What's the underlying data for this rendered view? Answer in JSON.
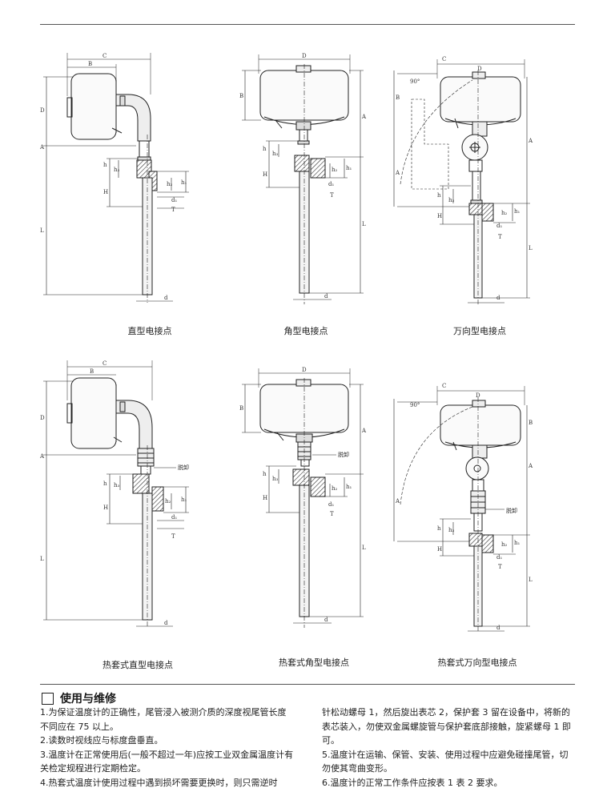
{
  "figures": [
    {
      "caption": "直型电接点"
    },
    {
      "caption": "角型电接点"
    },
    {
      "caption": "万向型电接点"
    },
    {
      "caption": "热套式直型电接点"
    },
    {
      "caption": "热套式角型电接点"
    },
    {
      "caption": "热套式万向型电接点"
    }
  ],
  "dimension_labels": {
    "A": "A",
    "B": "B",
    "C": "C",
    "D": "D",
    "H": "H",
    "L": "L",
    "T": "T",
    "d": "d",
    "d1": "d₁",
    "h": "h",
    "h1": "h₁",
    "h2": "h₂",
    "h3": "h₃",
    "angle": "90°",
    "loosen": "脱卸"
  },
  "section": {
    "title": "使用与维修",
    "left": [
      "1.为保证温度计的正确性，尾管浸入被测介质的深度视尾管长度不同应在 75 以上。",
      "2.读数时视线应与标度盘垂直。",
      "3.温度计在正常使用后(一般不超过一年)应按工业双金属温度计有关检定规程进行定期检定。",
      "4.热套式温度计使用过程中遇到损坏需要更换时，则只需逆时"
    ],
    "right": [
      "针松动螺母 1，然后旋出表芯 2，保护套 3 留在设备中，将新的表芯装入，勿使双金属螺旋管与保护套底部接触，旋紧螺母 1 即可。",
      "5.温度计在运输、保管、安装、使用过程中应避免碰撞尾管，切勿使其弯曲变形。",
      "6.温度计的正常工作条件应按表 1 表 2 要求。"
    ]
  }
}
